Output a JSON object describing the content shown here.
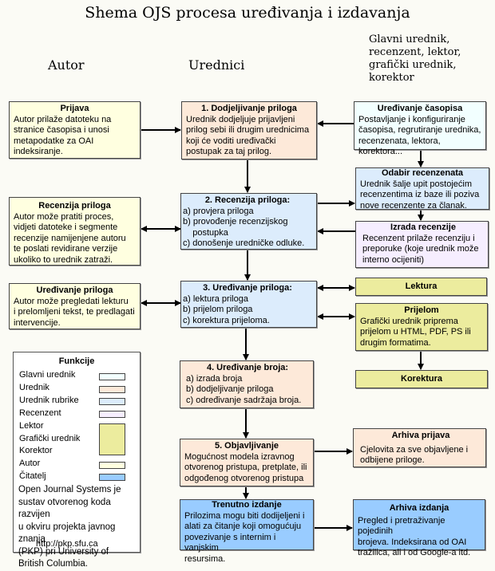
{
  "title": "Shema OJS procesa uređivanja i izdavanja",
  "columns": {
    "author": "Autor",
    "editors": "Urednici",
    "others": "Glavni urednik,\nrecenzent, lektor,\ngrafički urednik,\nkorektor"
  },
  "author_boxes": [
    {
      "title": "Prijava",
      "body": "Autor prilaže datoteku na\nstranice časopisa i unosi\nmetapodatke za OAI\nindeksiranje."
    },
    {
      "title": "Recenzija priloga",
      "body": "Autor može pratiti proces,\nvidjeti datoteke i segmente\nrecenzije namijenjene autoru\nte poslati revidirane verzije\nukoliko to urednik zatraži."
    },
    {
      "title": "Uređivanje priloga",
      "body": "Autor može pregledati lekturu\ni prelomljeni tekst, te predlagati\nintervencije."
    }
  ],
  "editor_boxes": [
    {
      "title": "1. Dodjeljivanje priloga",
      "body": "Urednik dodjeljuje prijavljeni\nprilog sebi ili drugim urednicima\nkoji će voditi uređivački\npostupak za taj prilog."
    },
    {
      "title": "2. Recenzija priloga:",
      "body": "a) provjera priloga\nb) provođenje recenzijskog\n    postupka\nc) donošenje uredničke odluke."
    },
    {
      "title": "3. Uređivanje priloga:",
      "body": "a) lektura priloga\nb) prijelom priloga\nc) korektura prijeloma."
    },
    {
      "title": "4. Uređivanje broja:",
      "body": "a) izrada broja\nb) dodjeljivanje priloga\nc) određivanje sadržaja broja."
    },
    {
      "title": "5. Objavljivanje",
      "body": "Mogućnost modela izravnog\notvorenog pristupa, pretplate, ili\nodgođenog otvorenog pristupa"
    },
    {
      "title": "Trenutno izdanje",
      "body": "Prilozima mogu biti dodijeljeni i\nalati za čitanje koji omogućuju\npovezivanje s internim i vanjskim\nresursima."
    }
  ],
  "other_boxes": [
    {
      "title": "Uređivanje časopisa",
      "body": "Postavljanje i konfiguriranje\nčasopisa, regrutiranje urednika,\nrecenzenata, lektora, korektora..."
    },
    {
      "title": "Odabir recenzenata",
      "body": "Urednik šalje upit postojećim\nrecenzentima iz baze ili poziva\nnove recenzente za članak."
    },
    {
      "title": "Izrada recenzije",
      "body": "Recenzent prilaže recenziju i\npreporuke (koje urednik može\ninterno ocijeniti)"
    },
    {
      "title": "Lektura",
      "body": ""
    },
    {
      "title": "Prijelom",
      "body": "Grafički urednik priprema\nprijelom u HTML, PDF, PS ili\ndrugim formatima."
    },
    {
      "title": "Korektura",
      "body": ""
    },
    {
      "title": "Arhiva prijava",
      "body": "Cjelovita za sve objavljene i\nodbijene priloge."
    },
    {
      "title": "Arhiva izdanja",
      "body": "Pregled i pretraživanje pojedinih\nbrojeva. Indeksirana od OAI\ntražilica, ali i od Google-a itd."
    }
  ],
  "legend": {
    "title": "Funkcije",
    "items": [
      {
        "label": "Glavni urednik",
        "color": "#f2ffff"
      },
      {
        "label": "Urednik",
        "color": "#fde9d9"
      },
      {
        "label": "Urednik rubrike",
        "color": "#dcecfc"
      },
      {
        "label": "Recenzent",
        "color": "#f6eeff"
      },
      {
        "label": "Lektor",
        "color": "#ecec9e"
      },
      {
        "label": "Grafički urednik",
        "color": "#ecec9e"
      },
      {
        "label": "Korektor",
        "color": "#ecec9e"
      },
      {
        "label": "Autor",
        "color": "#ffffe0"
      },
      {
        "label": "Čitatelj",
        "color": "#99ccff"
      }
    ],
    "note": "Open Journal Systems je\nsustav otvorenog koda razvijen\nu okviru projekta javnog znanja\n(PKP) pri University of\nBritish Columbia.",
    "url": "http://pkp.sfu.ca"
  }
}
